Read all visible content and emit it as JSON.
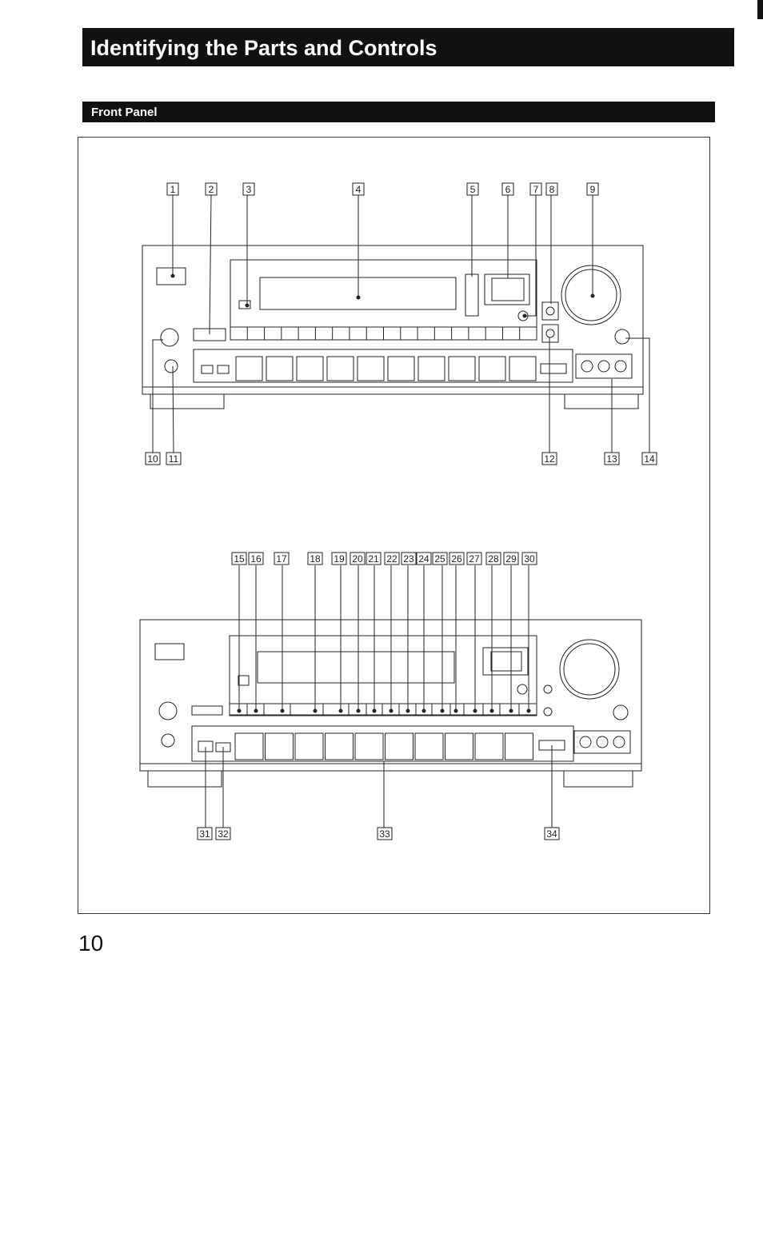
{
  "header": {
    "title": "Identifying the Parts and Controls"
  },
  "section": {
    "title": "Front Panel"
  },
  "figure": {
    "top_callouts": [
      "1",
      "2",
      "3",
      "4",
      "5",
      "6",
      "7",
      "8",
      "9"
    ],
    "top_bottom_callouts": [
      "10",
      "11",
      "12",
      "13",
      "14"
    ],
    "bottom_top_callouts": [
      "15",
      "16",
      "17",
      "18",
      "19",
      "20",
      "21",
      "22",
      "23",
      "24",
      "25",
      "26",
      "27",
      "28",
      "29",
      "30"
    ],
    "bottom_bottom_callouts": [
      "31",
      "32",
      "33",
      "34"
    ]
  },
  "footer": {
    "page_number": "10"
  }
}
